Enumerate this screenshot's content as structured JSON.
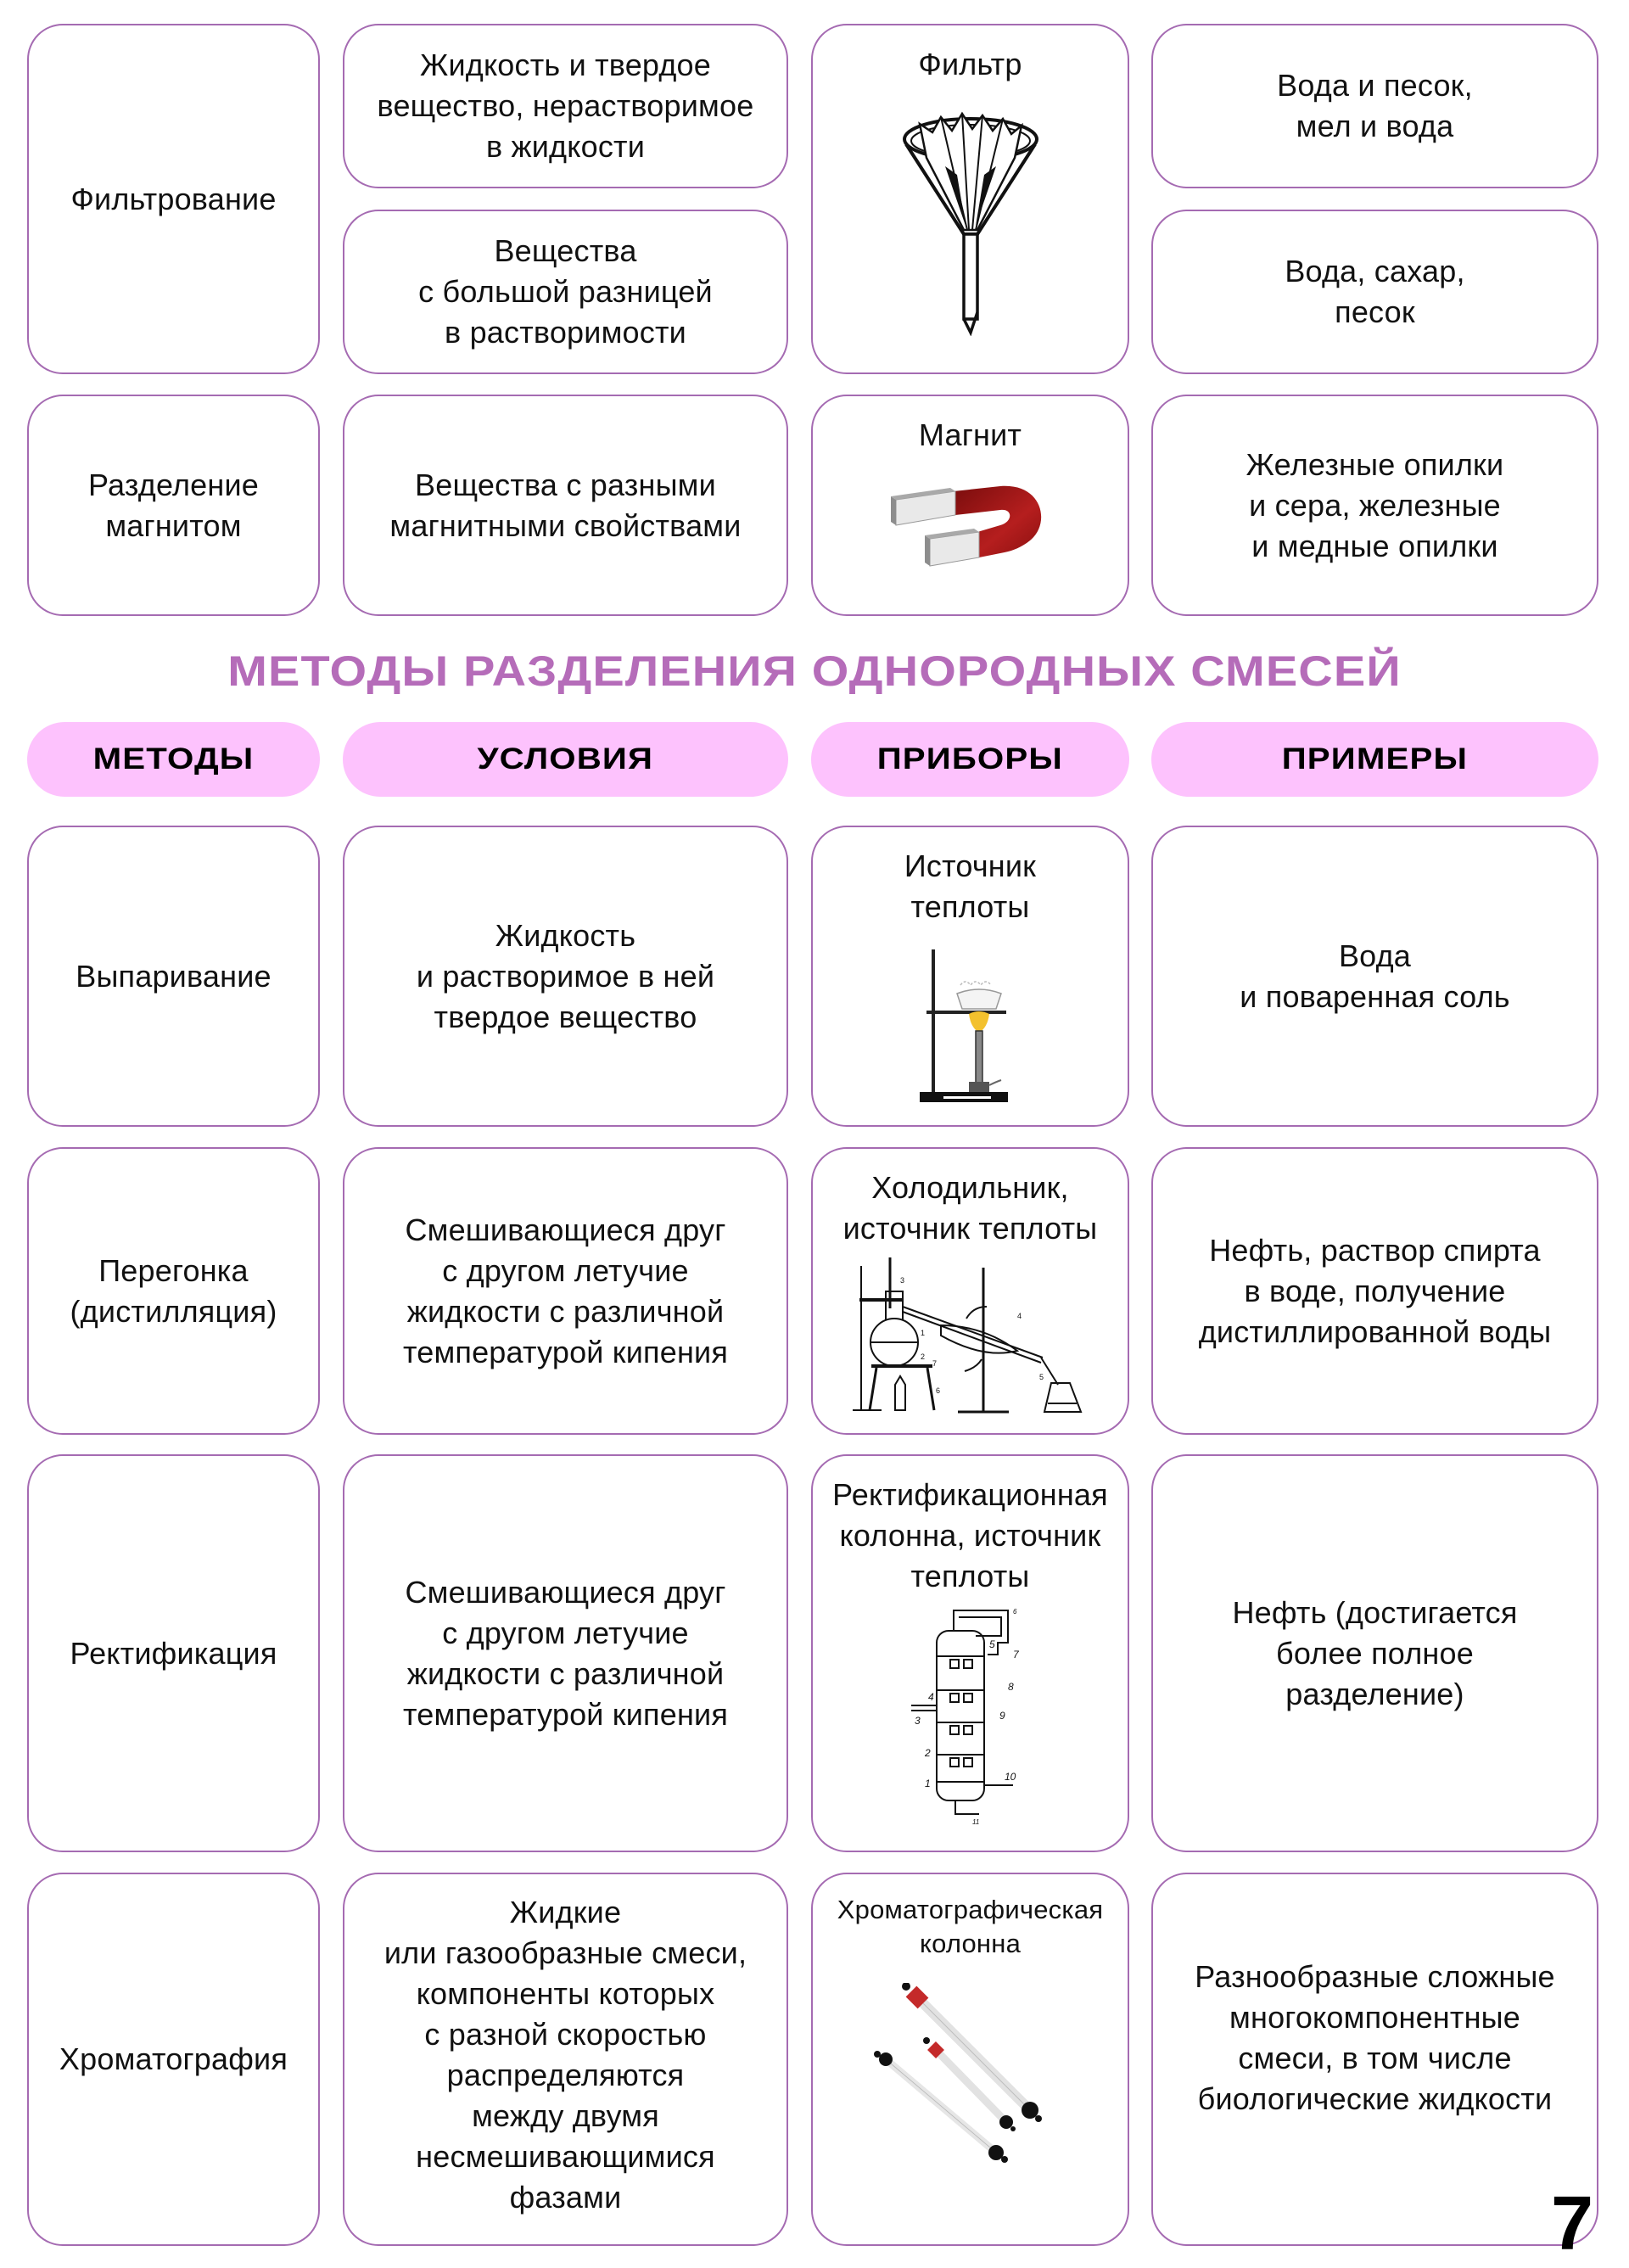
{
  "top_section": {
    "rows": [
      {
        "method": "Фильтрование",
        "conditions": [
          "Жидкость и твердое\nвещество, нерастворимое\nв жидкости",
          "Вещества\nс большой разницей\nв растворимости"
        ],
        "device": "Фильтр",
        "device_icon": "funnel-filter-icon",
        "examples": [
          "Вода и песок,\nмел и вода",
          "Вода, сахар,\nпесок"
        ]
      },
      {
        "method": "Разделение\nмагнитом",
        "conditions": [
          "Вещества с разными\nмагнитными свойствами"
        ],
        "device": "Магнит",
        "device_icon": "magnet-icon",
        "examples": [
          "Железные опилки\nи сера, железные\nи медные опилки"
        ]
      }
    ]
  },
  "homogeneous": {
    "title": "МЕТОДЫ РАЗДЕЛЕНИЯ ОДНОРОДНЫХ СМЕСЕЙ",
    "headers": [
      "МЕТОДЫ",
      "УСЛОВИЯ",
      "ПРИБОРЫ",
      "ПРИМЕРЫ"
    ],
    "rows": [
      {
        "method": "Выпаривание",
        "condition": "Жидкость\nи растворимое в ней\nтвердое вещество",
        "device": "Источник\nтеплоты",
        "device_icon": "burner-stand-icon",
        "example": "Вода\nи поваренная соль"
      },
      {
        "method": "Перегонка\n(дистилляция)",
        "condition": "Смешивающиеся друг\nс другом летучие\nжидкости с различной\nтемпературой кипения",
        "device": "Холодильник,\nисточник теплоты",
        "device_icon": "distillation-apparatus-icon",
        "diagram_labels": [
          "1",
          "2",
          "3",
          "4",
          "5",
          "6",
          "7"
        ],
        "example": "Нефть, раствор спирта\nв воде, получение\nдистиллированной воды"
      },
      {
        "method": "Ректификация",
        "condition": "Смешивающиеся друг\nс другом летучие\nжидкости с различной\nтемпературой кипения",
        "device": "Ректификационная\nколонна, источник\nтеплоты",
        "device_icon": "rectification-column-icon",
        "diagram_labels": [
          "1",
          "2",
          "3",
          "4",
          "5",
          "6",
          "7",
          "8",
          "9",
          "10",
          "11"
        ],
        "example": "Нефть (достигается\nболее полное\nразделение)"
      },
      {
        "method": "Хроматография",
        "condition": "Жидкие\nили газообразные смеси,\nкомпоненты которых\nс разной скоростью\nраспределяются\nмежду двумя\nнесмешивающимися\nфазами",
        "device": "Хроматографическая\nколонна",
        "device_icon": "chromatography-columns-icon",
        "example": "Разнообразные сложные\nмногокомпонентные\nсмеси, в том числе\nбиологические жидкости"
      }
    ]
  },
  "page_number": "7",
  "colors": {
    "border": "#a56bb2",
    "title": "#b56cb9",
    "header_pill": "#fdc2fd"
  }
}
